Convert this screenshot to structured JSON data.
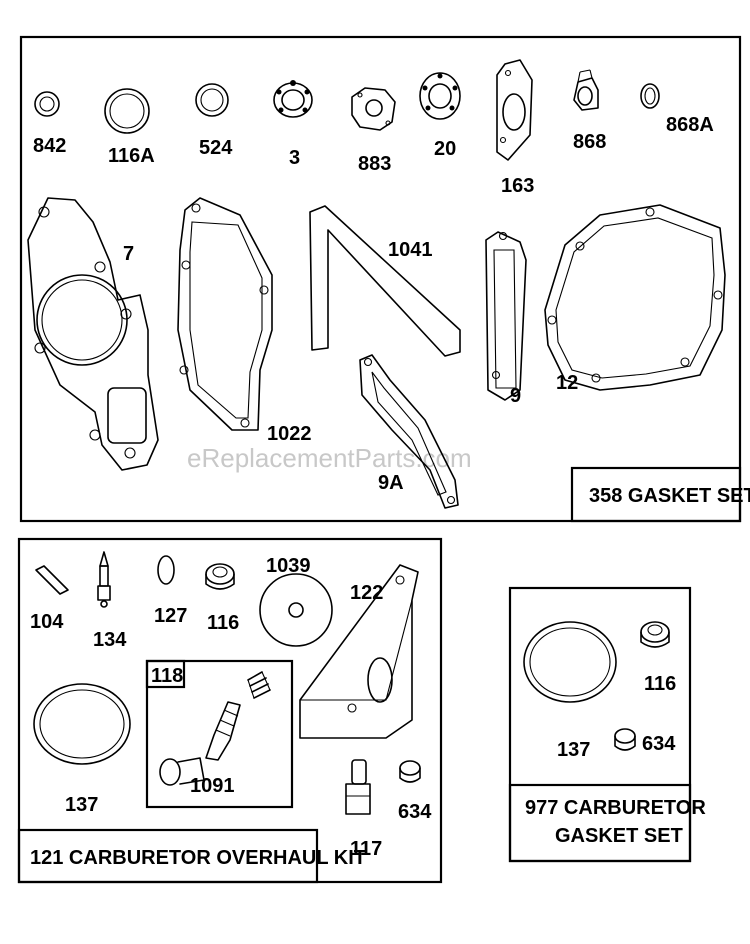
{
  "watermark": "eReplacementParts.com",
  "kits": {
    "gasket_set": "358 GASKET SET",
    "overhaul_kit": "121 CARBURETOR OVERHAUL KIT",
    "carb_gasket_line1": "977 CARBURETOR",
    "carb_gasket_line2": "GASKET SET",
    "sub_kit": "118"
  },
  "parts": {
    "p842": "842",
    "p116A": "116A",
    "p524": "524",
    "p3": "3",
    "p883": "883",
    "p20": "20",
    "p163": "163",
    "p868": "868",
    "p868A": "868A",
    "p7": "7",
    "p1041": "1041",
    "p1022": "1022",
    "p9": "9",
    "p12": "12",
    "p9A": "9A",
    "p104": "104",
    "p134": "134",
    "p127": "127",
    "p116": "116",
    "p1039": "1039",
    "p122": "122",
    "p137": "137",
    "p1091": "1091",
    "p117": "117",
    "p634": "634",
    "p116b": "116",
    "p137b": "137",
    "p634b": "634"
  },
  "icons": [
    "o-ring-icon",
    "seal-icon",
    "gasket-icon",
    "needle-valve-icon",
    "spring-icon",
    "bracket-icon"
  ]
}
